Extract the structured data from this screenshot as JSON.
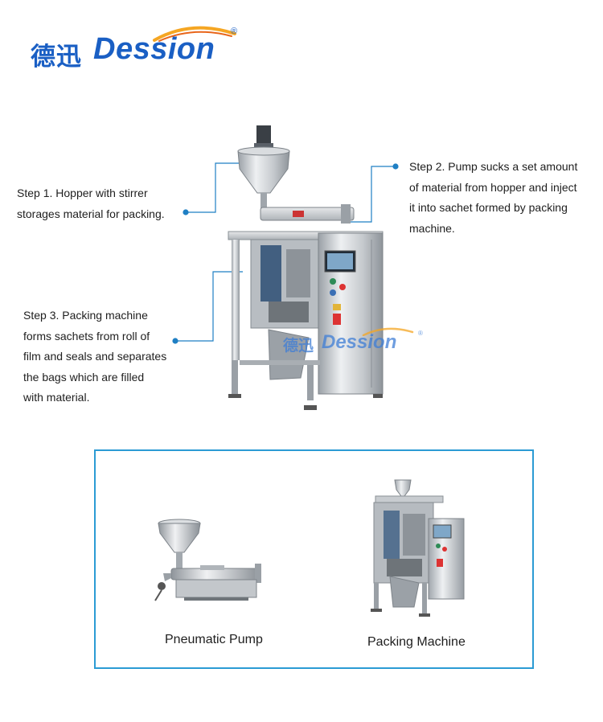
{
  "brand": {
    "name_cn": "德迅",
    "name_en": "Dession",
    "registered_mark": "®",
    "color": "#1a5fc4",
    "accent_color": "#f5a623"
  },
  "steps": [
    {
      "lines": [
        "Step 1. Hopper with stirrer",
        "storages material for packing."
      ]
    },
    {
      "lines": [
        "Step 2. Pump sucks a set  amount",
        "of material from hopper and inject",
        "it into sachet formed by packing",
        "machine."
      ]
    },
    {
      "lines": [
        "Step 3. Packing machine",
        "forms sachets from roll of",
        "film and seals and separates",
        "the bags which are filled",
        "with material."
      ]
    }
  ],
  "products": [
    {
      "caption": "Pneumatic Pump",
      "icon": "pneumatic-pump-image"
    },
    {
      "caption": "Packing Machine",
      "icon": "packing-machine-image"
    }
  ],
  "colors": {
    "leader_line": "#1f7fc4",
    "frame_border": "#2b9bd4"
  }
}
